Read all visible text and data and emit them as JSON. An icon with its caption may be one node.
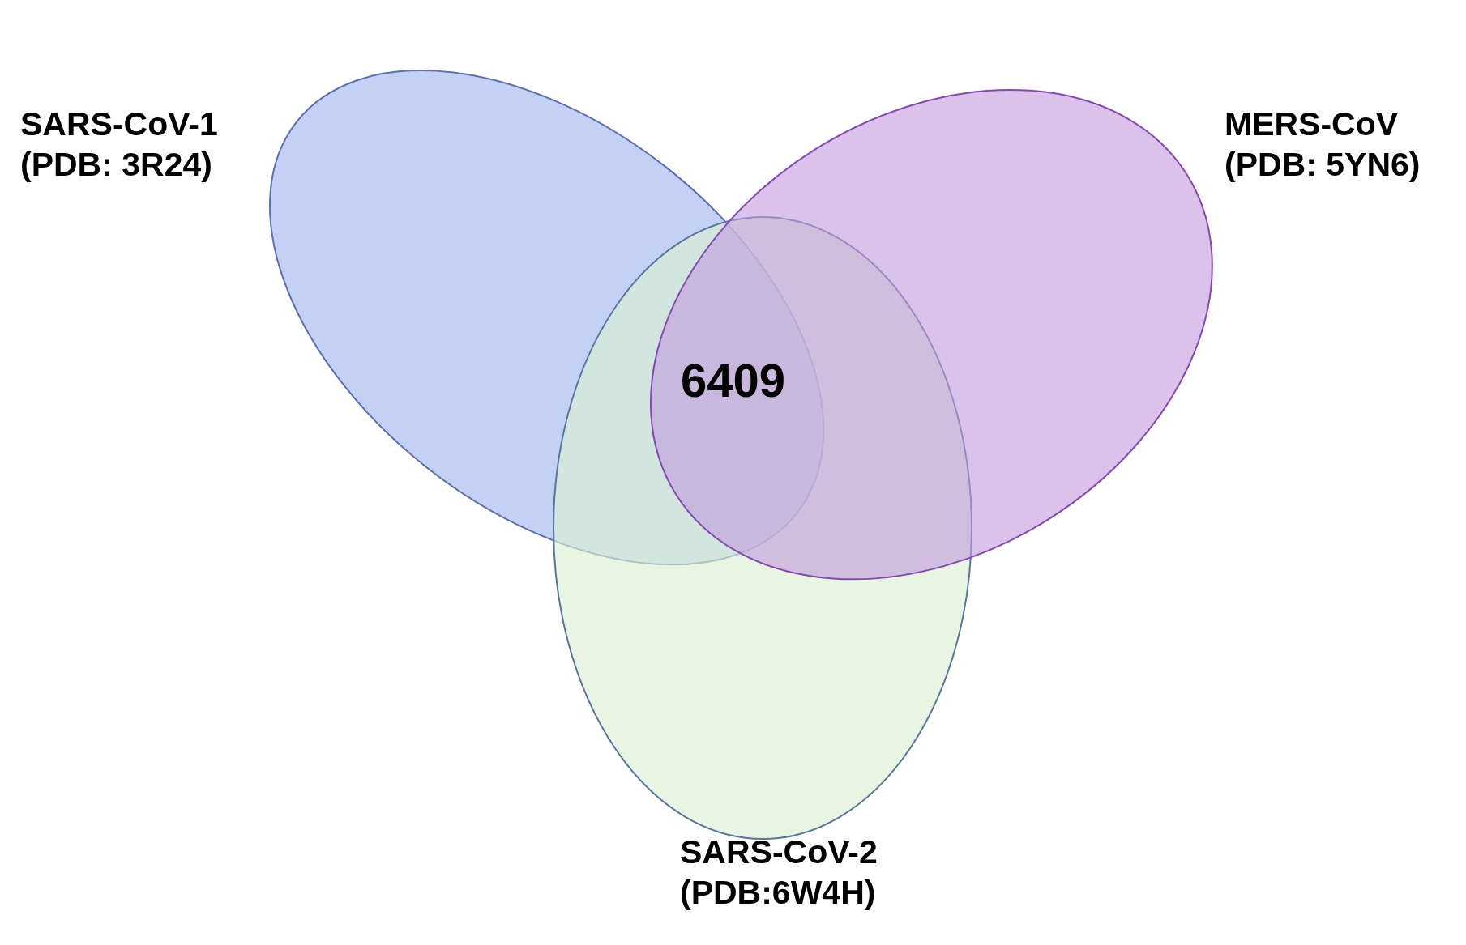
{
  "diagram": {
    "nodes": [
      {
        "text": [
          "SARS-CoV-1 (PDB: 3R24)"
        ]
      },
      {
        "text": [
          "MERS-CoV (PDB: 5YN6)"
        ]
      },
      {
        "text": [
          "SARS-CoV-2 (PDB:6W4H)"
        ]
      }
    ],
    "edges": [],
    "labels": [
      "6409"
    ]
  }
}
